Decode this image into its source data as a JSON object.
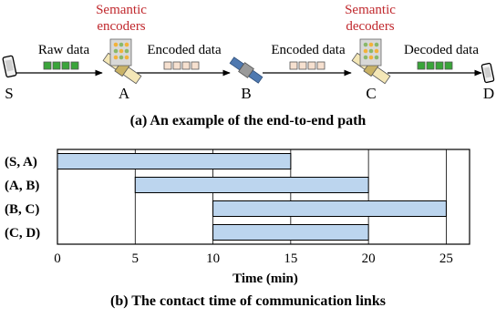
{
  "top": {
    "caption": "(a) An example of the end-to-end path",
    "nodes": {
      "S": "S",
      "A": "A",
      "B": "B",
      "C": "C",
      "D": "D"
    },
    "encoders_label": [
      "Semantic",
      "encoders"
    ],
    "decoders_label": [
      "Semantic",
      "decoders"
    ],
    "link_labels": [
      "Raw data",
      "Encoded data",
      "Encoded data",
      "Decoded data"
    ],
    "accent_color": "#c0282d",
    "raw_packet_color": "#3aa53a",
    "encoded_packet_color": "#f6e0cf"
  },
  "bottom": {
    "caption": "(b) The contact time of communication links",
    "chart_data": {
      "type": "gantt",
      "xlabel": "Time (min)",
      "ylabel": "",
      "xlim": [
        0,
        26.5
      ],
      "xticks": [
        0,
        5,
        10,
        15,
        20,
        25
      ],
      "grid": true,
      "bar_color": "#bcd5ee",
      "links": [
        {
          "label": "(S, A)",
          "start": 0,
          "end": 15
        },
        {
          "label": "(A, B)",
          "start": 5,
          "end": 20
        },
        {
          "label": "(B, C)",
          "start": 10,
          "end": 25
        },
        {
          "label": "(C, D)",
          "start": 10,
          "end": 20
        }
      ]
    }
  }
}
